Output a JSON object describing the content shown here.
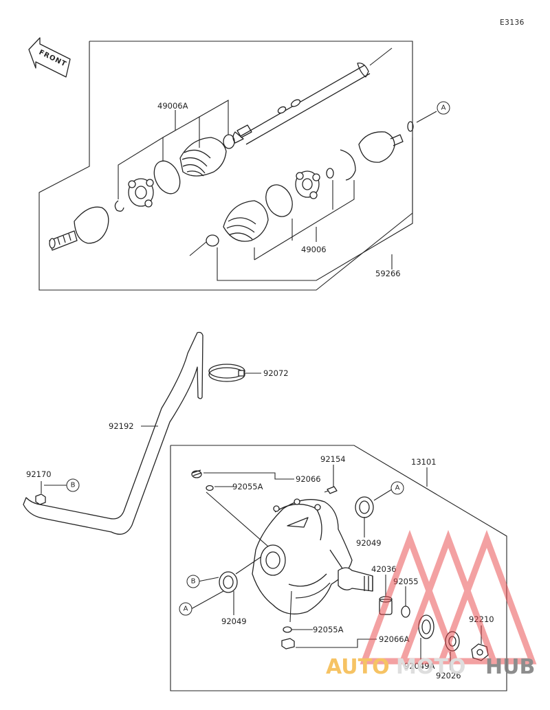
{
  "diagram_code": "E3136",
  "front_label": "FRONT",
  "parts": {
    "p49006A": "49006A",
    "p49006": "49006",
    "p59266": "59266",
    "p92072": "92072",
    "p92192": "92192",
    "p92170": "92170",
    "p13101": "13101",
    "p92154": "92154",
    "p92066": "92066",
    "p92055A_top": "92055A",
    "p92049_right": "92049",
    "p92049_left": "92049",
    "p42036": "42036",
    "p92055": "92055",
    "p92210": "92210",
    "p92055A_bottom": "92055A",
    "p92066A": "92066A",
    "p92049A": "92049A",
    "p92026": "92026"
  },
  "callouts": {
    "a_top": "A",
    "a_right": "A",
    "a_left": "A",
    "b_left": "B",
    "b_mid": "B"
  },
  "watermark": {
    "part1": "AUTO",
    "part2": "MOTO",
    "part3": "HUB",
    "triangle_color": "#e8464a"
  }
}
